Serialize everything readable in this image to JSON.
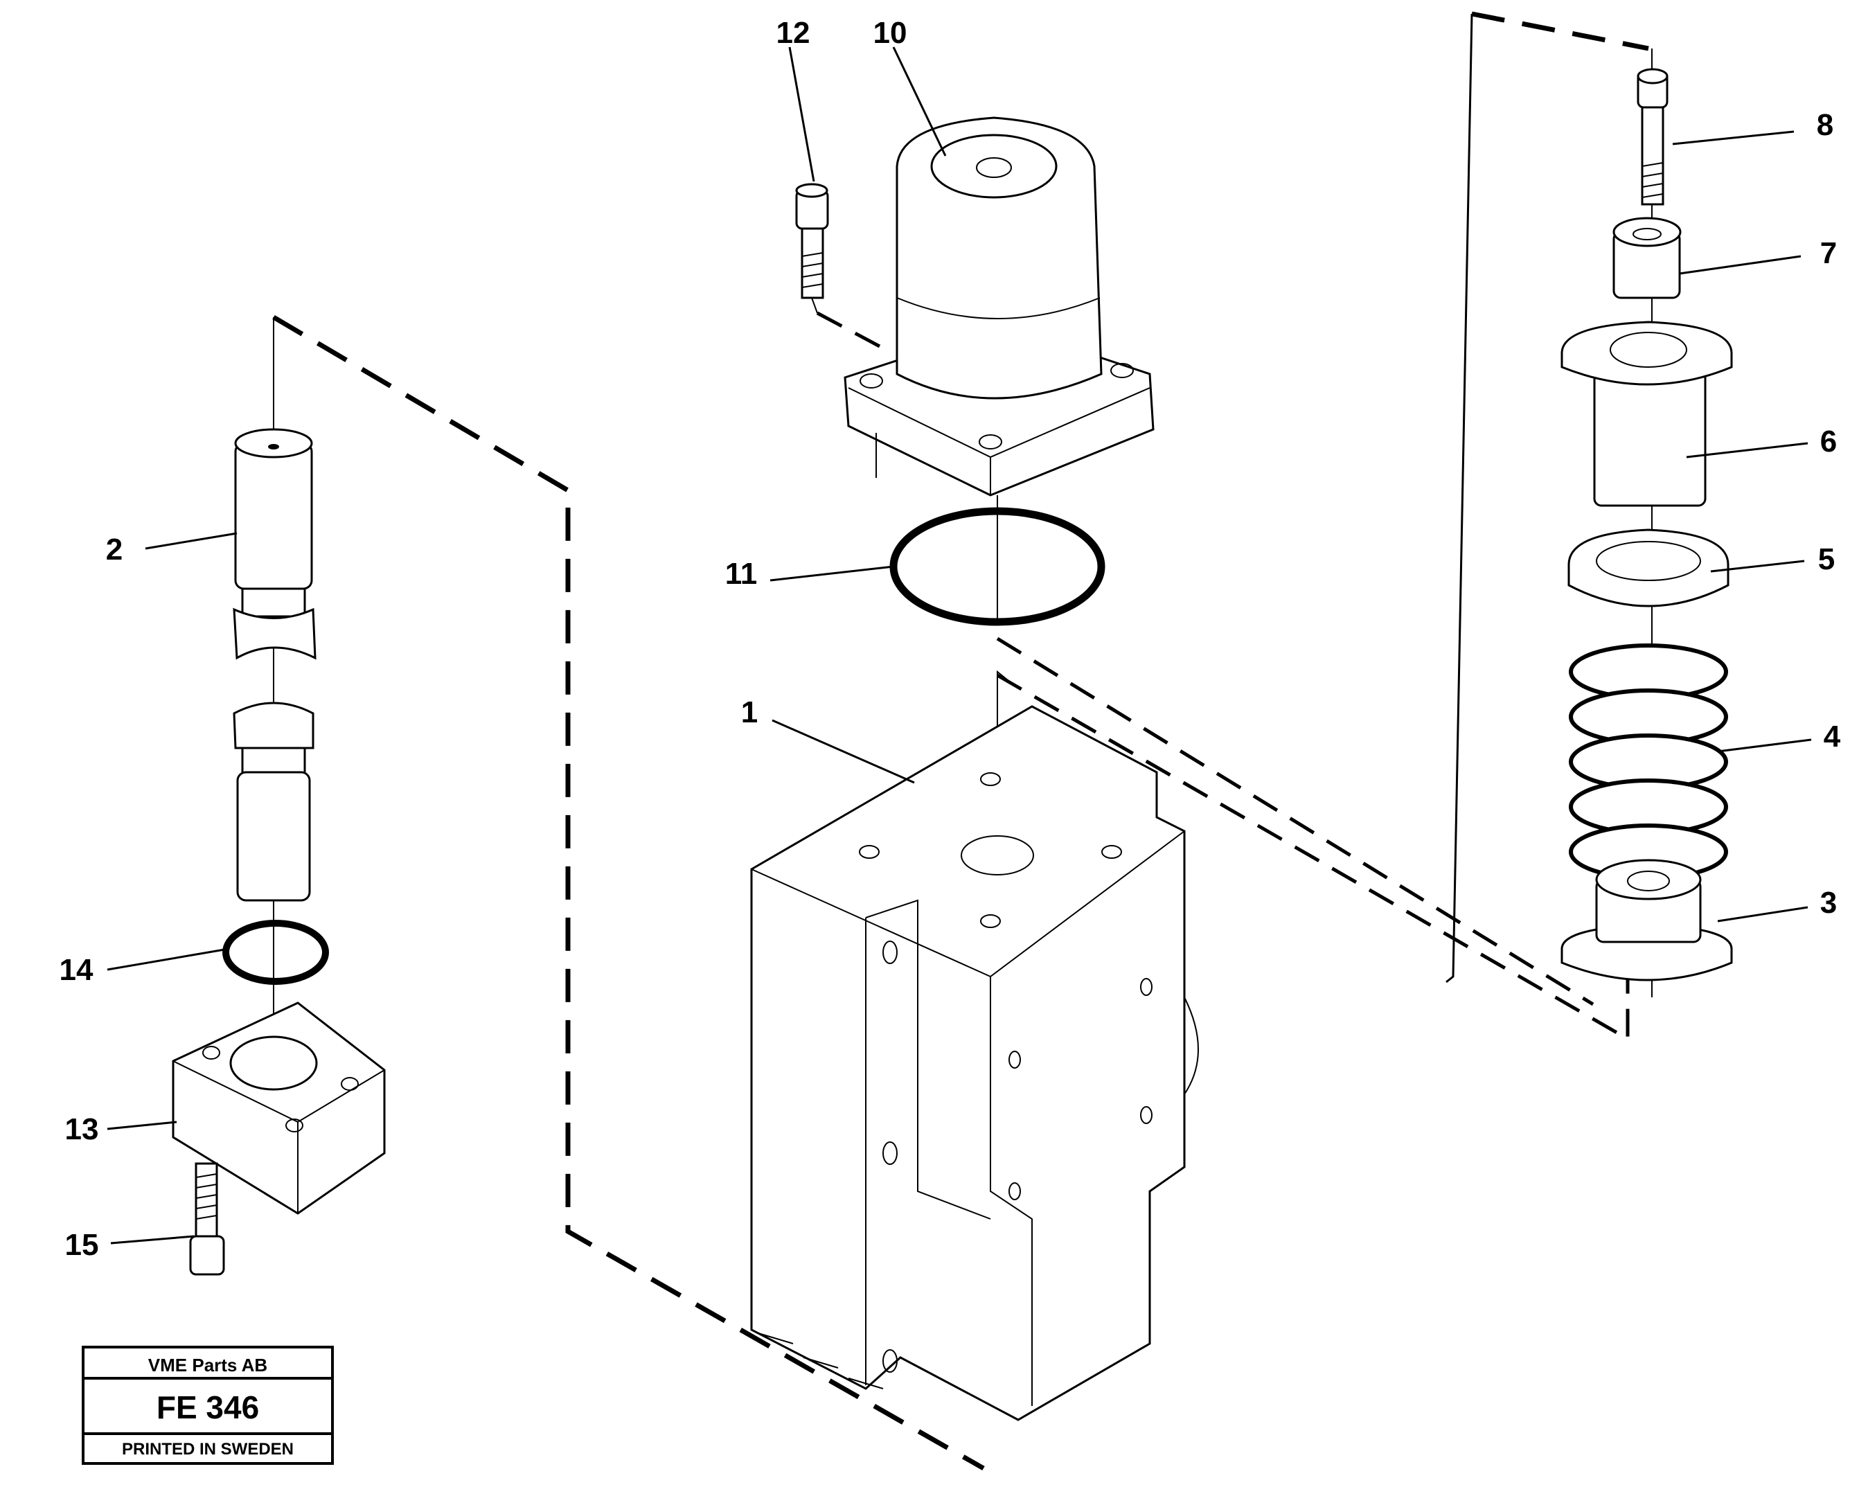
{
  "callouts": {
    "c1": "1",
    "c2": "2",
    "c3": "3",
    "c4": "4",
    "c5": "5",
    "c6": "6",
    "c7": "7",
    "c8": "8",
    "c10": "10",
    "c11": "11",
    "c12": "12",
    "c13": "13",
    "c14": "14",
    "c15": "15"
  },
  "title_block": {
    "company": "VME Parts AB",
    "code": "FE 346",
    "note": "PRINTED IN SWEDEN"
  }
}
